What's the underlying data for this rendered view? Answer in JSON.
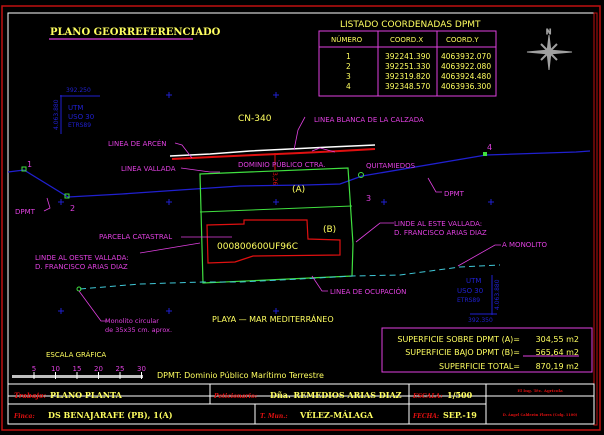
{
  "title": "PLANO GEORREFERENCIADO",
  "road_label": "CN-340",
  "utm_block_top": {
    "x_coord": "392.250",
    "y_coord": "4.063.880",
    "lines": [
      "UTM",
      "USO 30",
      "ETRS89"
    ]
  },
  "utm_block_bottom": {
    "x_coord": "392.350",
    "y_coord": "4.063.880",
    "lines": [
      "UTM",
      "USO 30",
      "ETRS89"
    ]
  },
  "coord_table": {
    "title": "LISTADO COORDENADAS DPMT",
    "headers": [
      "NÚMERO",
      "COORD.X",
      "COORD.Y"
    ],
    "rows": [
      [
        "1",
        "392241.390",
        "4063932.070"
      ],
      [
        "2",
        "392251.330",
        "4063922.080"
      ],
      [
        "3",
        "392319.820",
        "4063924.480"
      ],
      [
        "4",
        "392348.570",
        "4063936.300"
      ]
    ]
  },
  "north_label": "N",
  "points": [
    "1",
    "2",
    "3",
    "4"
  ],
  "labels": {
    "linea_arcen": "LINEA DE ARCÉN",
    "linea_blanca": "LINEA BLANCA DE LA CALZADA",
    "linea_vallada": "LINEA VALLADA",
    "dominio_publico": "DOMINIO PÚBLICO CTRA.",
    "quitamiedos": "QUITAMIEDOS",
    "dim": "3,26",
    "dpmt_left": "DPMT",
    "dpmt_right": "DPMT",
    "zone_a": "(A)",
    "zone_b": "(B)",
    "parcela": "PARCELA CATASTRAL",
    "parcel_ref": "000800600UF96C",
    "linde_este_1": "LINDE AL ESTE VALLADA:",
    "linde_este_2": "D. FRANCISCO ARIAS DIAZ",
    "linde_oeste_1": "LINDE AL OESTE VALLADA:",
    "linde_oeste_2": "D. FRANCISCO ARIAS DIAZ",
    "monolito": "A MONOLITO",
    "ocupacion": "LINEA DE OCUPACIÓN",
    "monolito_desc_1": "Monolito circular",
    "monolito_desc_2": "de 35x35 cm. aprox.",
    "playa": "PLAYA — MAR MEDITERRÁNEO"
  },
  "scale": {
    "title": "ESCALA GRÁFICA",
    "ticks": [
      "5",
      "10",
      "15",
      "20",
      "25",
      "30"
    ]
  },
  "legend_note": "DPMT: Dominio Público Marítimo Terrestre",
  "areas": [
    {
      "label": "SUPERFICIE SOBRE DPMT (A)=",
      "value": "304,55 m2"
    },
    {
      "label": "SUPERFICIE BAJO DPMT (B)=",
      "value": "565,64 m2"
    },
    {
      "label": "SUPERFICIE TOTAL=",
      "value": "870,19 m2"
    }
  ],
  "titleblock": {
    "trabajo_label": "Trabajo:",
    "trabajo_value": "PLANO PLANTA",
    "peticionario_label": "Peticionario:",
    "peticionario_value": "Dña. REMEDIOS ARIAS DIAZ",
    "escala_label": "ESCALA:",
    "escala_value": "1/500",
    "finca_label": "Finca:",
    "finca_value": "DS BENAJARAFE (PB), 1(A)",
    "tmun_label": "T. Mun.:",
    "tmun_value": "VÉLEZ-MÁLAGA",
    "fecha_label": "FECHA:",
    "fecha_value": "SEP.-19",
    "author_line1": "El Ing. Téc. Agrícola",
    "author_line2": "D. Ángel Calderón Flores (Colg. 1100)"
  },
  "colors": {
    "magenta": "#e040e0",
    "yellow": "#ffff60",
    "blue": "#2020d0",
    "green": "#40e040",
    "red": "#e01010",
    "cyan": "#40c8d8",
    "white": "#ffffff"
  }
}
